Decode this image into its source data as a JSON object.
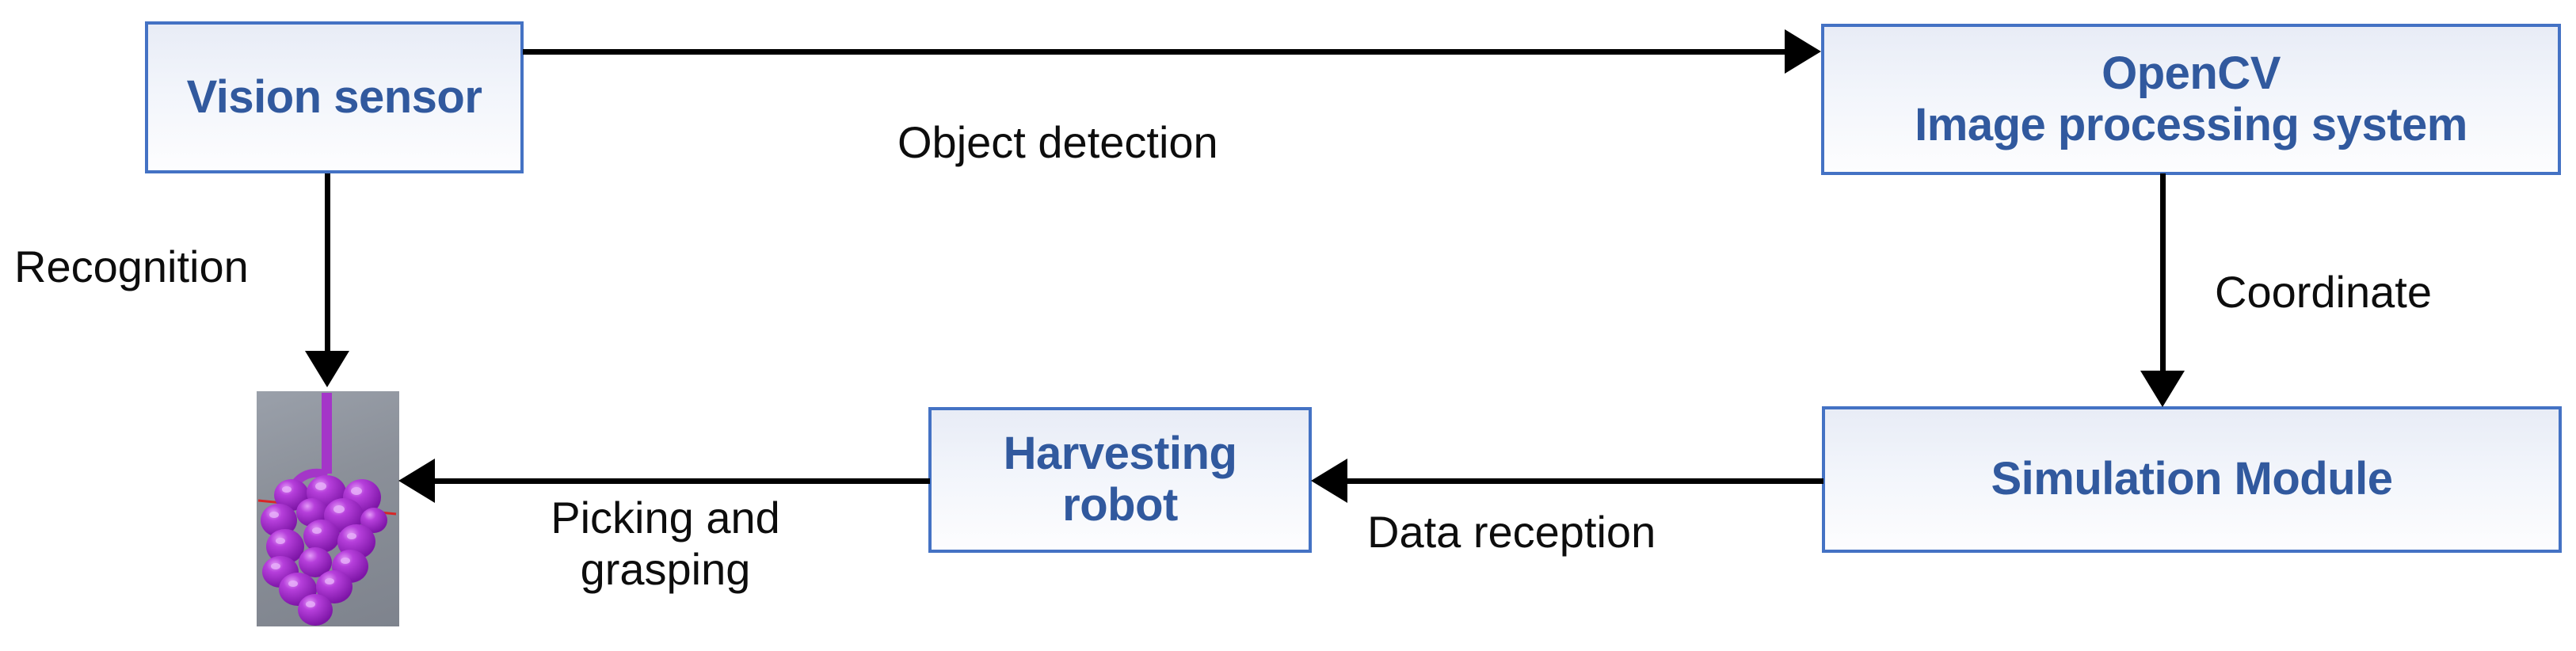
{
  "diagram": {
    "title": "Grape harvesting robot system flow diagram",
    "colors": {
      "node_border": "#4472c4",
      "node_text": "#31599e",
      "node_fill_top": "#e8ecf6",
      "node_fill_bottom": "#fdfdfe",
      "edge": "#000000",
      "edge_text": "#0d0d0d",
      "thumb_background": "#8b9099",
      "grape": "#9b27c4",
      "grape_highlight": "#d68cf0",
      "axis_marker": "#e01b1b"
    },
    "nodes": [
      {
        "id": "vision",
        "label": "Vision sensor"
      },
      {
        "id": "opencv",
        "label": "OpenCV\nImage processing system"
      },
      {
        "id": "simulation",
        "label": "Simulation Module"
      },
      {
        "id": "robot",
        "label": "Harvesting\nrobot"
      }
    ],
    "thumbnail": {
      "name": "grape-cluster-render",
      "description": "3D rendered purple grape cluster on gray background"
    },
    "edges": [
      {
        "id": "vision-to-opencv",
        "label": "Object detection",
        "from": "vision",
        "to": "opencv",
        "direction": "right"
      },
      {
        "id": "opencv-to-simulation",
        "label": "Coordinate",
        "from": "opencv",
        "to": "simulation",
        "direction": "down"
      },
      {
        "id": "simulation-to-robot",
        "label": "Data reception",
        "from": "simulation",
        "to": "robot",
        "direction": "left"
      },
      {
        "id": "robot-to-grape",
        "label": "Picking and\ngrasping",
        "from": "robot",
        "to": "grape-cluster-render",
        "direction": "left"
      },
      {
        "id": "vision-to-grape",
        "label": "Recognition",
        "from": "vision",
        "to": "grape-cluster-render",
        "direction": "down"
      }
    ]
  }
}
